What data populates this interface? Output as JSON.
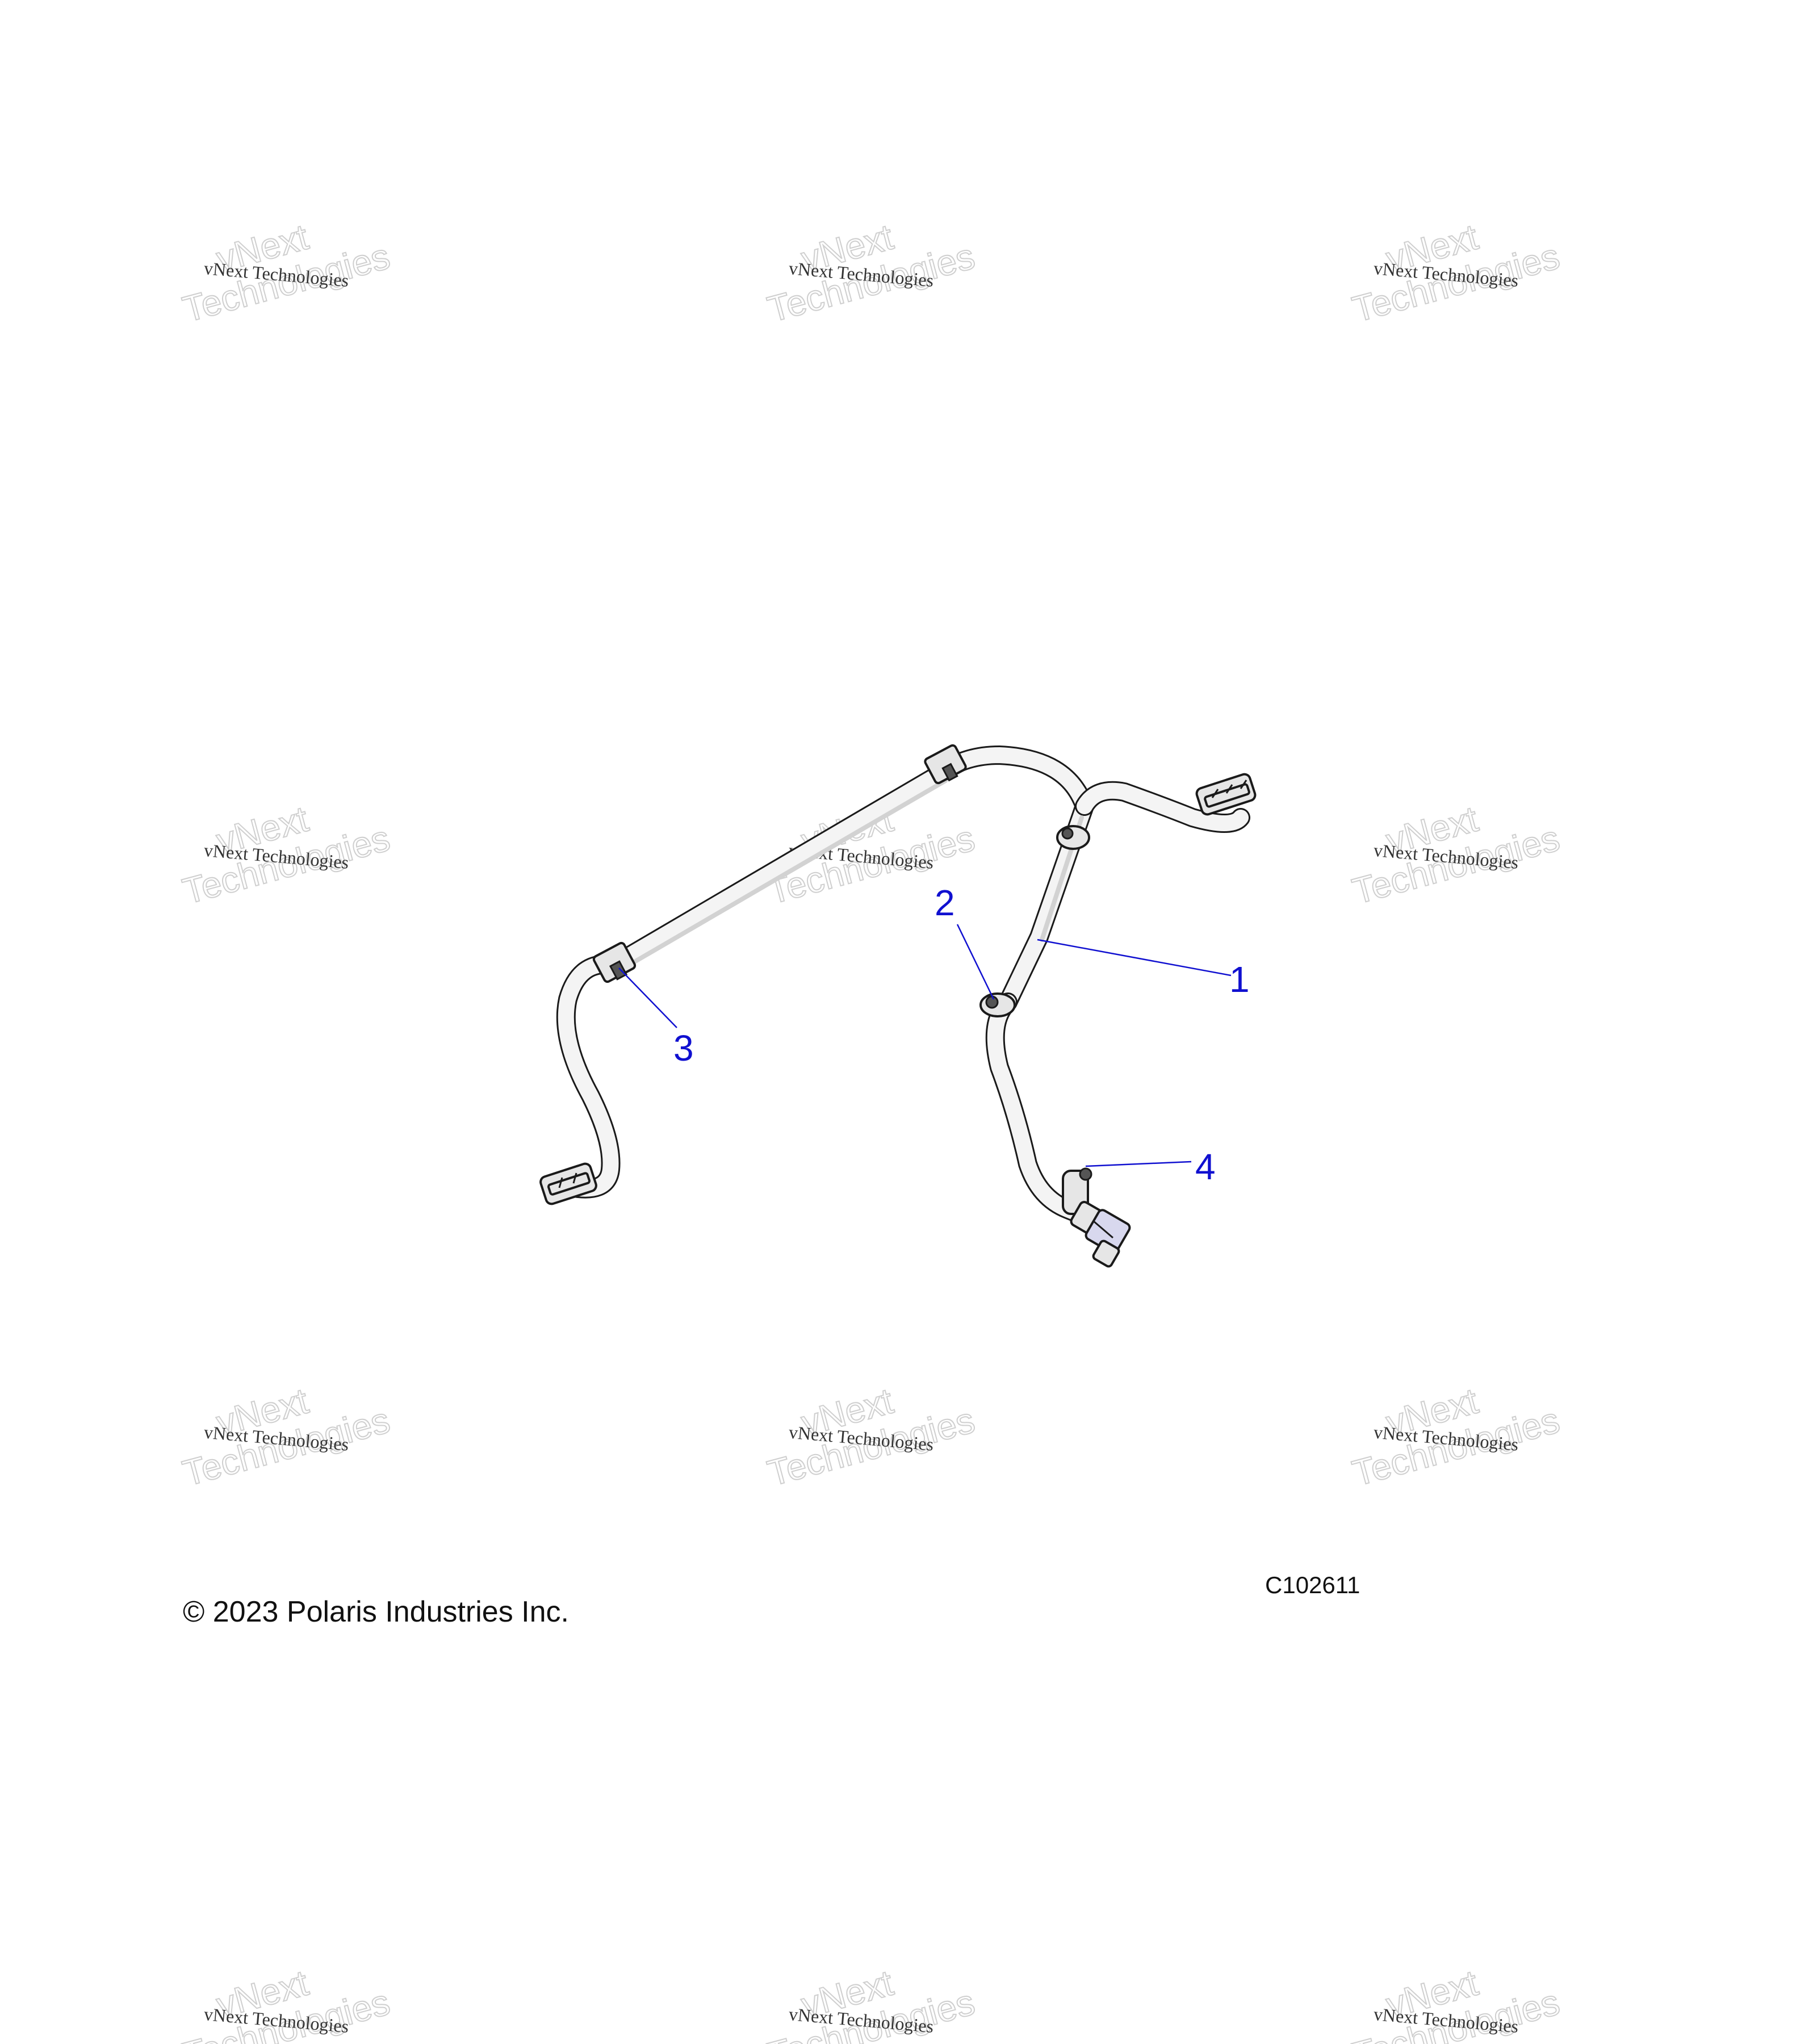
{
  "watermark": {
    "line1": "vNext",
    "line2": "Technologies",
    "small": "vNext Technologies"
  },
  "callouts": [
    {
      "id": "callout-1",
      "label": "1"
    },
    {
      "id": "callout-2",
      "label": "2"
    },
    {
      "id": "callout-3",
      "label": "3"
    },
    {
      "id": "callout-4",
      "label": "4"
    }
  ],
  "figure_code": "C102611",
  "copyright": "© 2023 Polaris Industries Inc.",
  "colors": {
    "callout": "#1010d0",
    "line": "#1a1a1a"
  }
}
